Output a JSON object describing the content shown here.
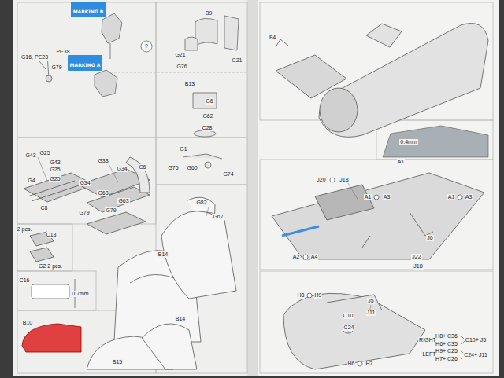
{
  "diagram": {
    "nodes": [
      {
        "text": [
          "MARKING B"
        ]
      },
      {
        "text": [
          "MARKING A"
        ]
      }
    ],
    "labels": [
      "G16, PE23",
      "PE38",
      "G79",
      "?",
      "B9",
      "G21",
      "G76",
      "C21",
      "B13",
      "G6",
      "G62",
      "C28",
      "G1",
      "G75",
      "G60",
      "G74",
      "G43",
      "G25",
      "G43",
      "G25",
      "G4",
      "G25",
      "C8",
      "G33",
      "G34",
      "C6",
      "G34",
      "G63",
      "G63",
      "G79",
      "G79",
      "2 pcs.",
      "C13",
      "G2 2 pcs.",
      "C16",
      "0.7mm",
      "B10",
      "G82",
      "G67",
      "B14",
      "B14",
      "B15",
      "F4",
      "0.4mm",
      "A1",
      "J20",
      "J18",
      "A1",
      "A3",
      "A1",
      "A3",
      "A2",
      "A4",
      "J6",
      "J22",
      "J18",
      "H8",
      "H9",
      "J5",
      "J11",
      "C10",
      "C24",
      "H6",
      "H7",
      "RIGHT",
      "H8+ C36",
      "H6+ C35",
      "C10+ J5",
      "LEFT",
      "H9+ C25",
      "H7+ C26",
      "C24+ J11"
    ]
  }
}
